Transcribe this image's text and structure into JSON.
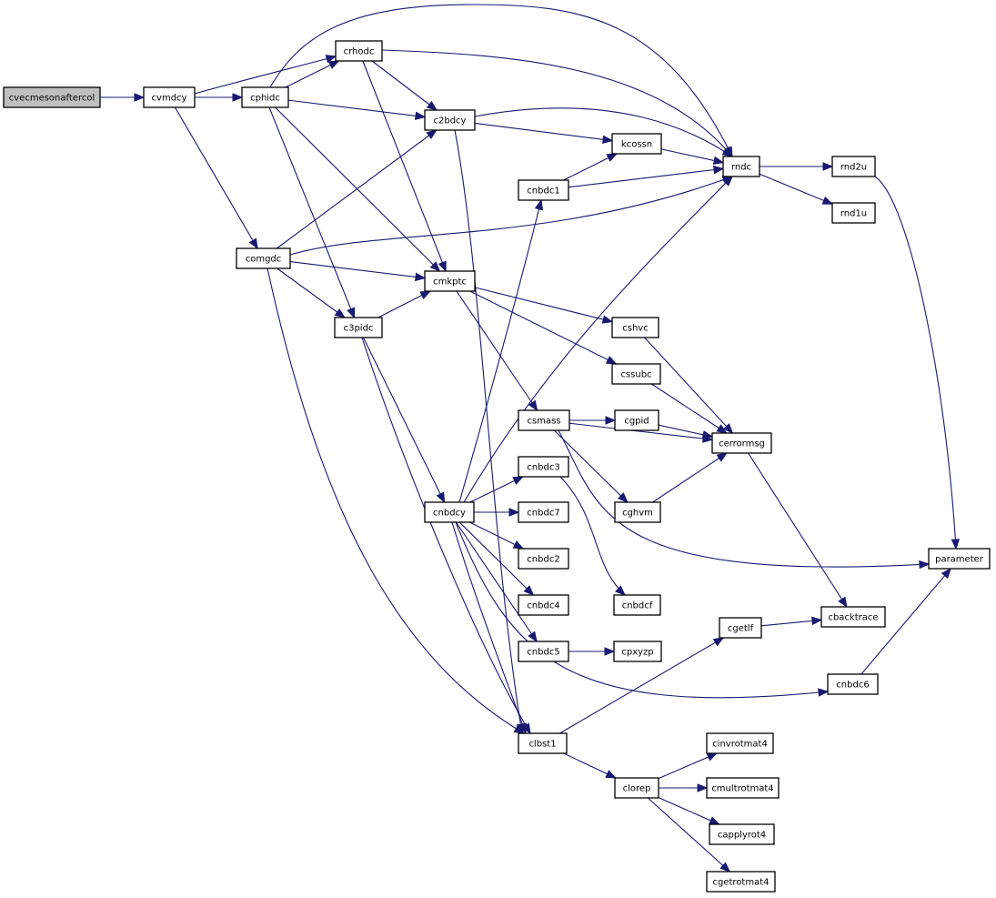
{
  "graph": {
    "root": "cvecmesonaftercol",
    "nodes": [
      {
        "id": "cvecmesonaftercol",
        "label": "cvecmesonaftercol",
        "highlight": true
      },
      {
        "id": "cvmdcy",
        "label": "cvmdcy"
      },
      {
        "id": "cphidc",
        "label": "cphidc"
      },
      {
        "id": "crhodc",
        "label": "crhodc"
      },
      {
        "id": "c2bdcy",
        "label": "c2bdcy"
      },
      {
        "id": "kcossn",
        "label": "kcossn"
      },
      {
        "id": "rndc",
        "label": "rndc"
      },
      {
        "id": "rnd2u",
        "label": "rnd2u"
      },
      {
        "id": "rnd1u",
        "label": "rnd1u"
      },
      {
        "id": "cnbdc1",
        "label": "cnbdc1"
      },
      {
        "id": "comgdc",
        "label": "comgdc"
      },
      {
        "id": "cmkptc",
        "label": "cmkptc"
      },
      {
        "id": "c3pidc",
        "label": "c3pidc"
      },
      {
        "id": "cshvc",
        "label": "cshvc"
      },
      {
        "id": "cssubc",
        "label": "cssubc"
      },
      {
        "id": "csmass",
        "label": "csmass"
      },
      {
        "id": "cgpid",
        "label": "cgpid"
      },
      {
        "id": "cerrormsg",
        "label": "cerrormsg"
      },
      {
        "id": "cnbdc3",
        "label": "cnbdc3"
      },
      {
        "id": "cnbdcy",
        "label": "cnbdcy"
      },
      {
        "id": "cnbdc7",
        "label": "cnbdc7"
      },
      {
        "id": "cghvm",
        "label": "cghvm"
      },
      {
        "id": "parameter",
        "label": "parameter"
      },
      {
        "id": "cnbdc2",
        "label": "cnbdc2"
      },
      {
        "id": "cnbdc4",
        "label": "cnbdc4"
      },
      {
        "id": "cnbdcf",
        "label": "cnbdcf"
      },
      {
        "id": "cbacktrace",
        "label": "cbacktrace"
      },
      {
        "id": "cgetlf",
        "label": "cgetlf"
      },
      {
        "id": "cnbdc5",
        "label": "cnbdc5"
      },
      {
        "id": "cpxyzp",
        "label": "cpxyzp"
      },
      {
        "id": "cnbdc6",
        "label": "cnbdc6"
      },
      {
        "id": "clbst1",
        "label": "clbst1"
      },
      {
        "id": "cinvrotmat4",
        "label": "cinvrotmat4"
      },
      {
        "id": "clorep",
        "label": "clorep"
      },
      {
        "id": "cmultrotmat4",
        "label": "cmultrotmat4"
      },
      {
        "id": "capplyrot4",
        "label": "capplyrot4"
      },
      {
        "id": "cgetrotmat4",
        "label": "cgetrotmat4"
      }
    ],
    "edges": [
      [
        "cvecmesonaftercol",
        "cvmdcy"
      ],
      [
        "cvmdcy",
        "cphidc"
      ],
      [
        "cvmdcy",
        "crhodc"
      ],
      [
        "cvmdcy",
        "comgdc"
      ],
      [
        "cphidc",
        "crhodc"
      ],
      [
        "cphidc",
        "c2bdcy"
      ],
      [
        "cphidc",
        "rndc"
      ],
      [
        "cphidc",
        "cmkptc"
      ],
      [
        "cphidc",
        "c3pidc"
      ],
      [
        "crhodc",
        "c2bdcy"
      ],
      [
        "crhodc",
        "rndc"
      ],
      [
        "crhodc",
        "cmkptc"
      ],
      [
        "c2bdcy",
        "rndc"
      ],
      [
        "c2bdcy",
        "kcossn"
      ],
      [
        "c2bdcy",
        "clbst1"
      ],
      [
        "kcossn",
        "rndc"
      ],
      [
        "cnbdc1",
        "kcossn"
      ],
      [
        "cnbdc1",
        "rndc"
      ],
      [
        "rndc",
        "rnd2u"
      ],
      [
        "rndc",
        "rnd1u"
      ],
      [
        "rnd2u",
        "parameter"
      ],
      [
        "comgdc",
        "c2bdcy"
      ],
      [
        "comgdc",
        "rndc"
      ],
      [
        "comgdc",
        "cmkptc"
      ],
      [
        "comgdc",
        "c3pidc"
      ],
      [
        "comgdc",
        "clbst1"
      ],
      [
        "c3pidc",
        "cmkptc"
      ],
      [
        "c3pidc",
        "cnbdcy"
      ],
      [
        "c3pidc",
        "clbst1"
      ],
      [
        "cmkptc",
        "cshvc"
      ],
      [
        "cmkptc",
        "cssubc"
      ],
      [
        "cmkptc",
        "csmass"
      ],
      [
        "cshvc",
        "cerrormsg"
      ],
      [
        "cssubc",
        "cerrormsg"
      ],
      [
        "csmass",
        "cgpid"
      ],
      [
        "csmass",
        "cerrormsg"
      ],
      [
        "csmass",
        "cghvm"
      ],
      [
        "csmass",
        "parameter"
      ],
      [
        "cgpid",
        "cerrormsg"
      ],
      [
        "cghvm",
        "cerrormsg"
      ],
      [
        "cerrormsg",
        "cbacktrace"
      ],
      [
        "cnbdcy",
        "cnbdc1"
      ],
      [
        "cnbdcy",
        "rndc"
      ],
      [
        "cnbdcy",
        "cnbdc3"
      ],
      [
        "cnbdcy",
        "cnbdc7"
      ],
      [
        "cnbdcy",
        "cnbdc2"
      ],
      [
        "cnbdcy",
        "cnbdc4"
      ],
      [
        "cnbdcy",
        "cnbdc5"
      ],
      [
        "cnbdcy",
        "cnbdc6"
      ],
      [
        "cnbdcy",
        "clbst1"
      ],
      [
        "cnbdc3",
        "cnbdcf"
      ],
      [
        "cnbdc5",
        "cpxyzp"
      ],
      [
        "cnbdc6",
        "parameter"
      ],
      [
        "cgetlf",
        "cbacktrace"
      ],
      [
        "clbst1",
        "cgetlf"
      ],
      [
        "clbst1",
        "clorep"
      ],
      [
        "clorep",
        "cinvrotmat4"
      ],
      [
        "clorep",
        "cmultrotmat4"
      ],
      [
        "clorep",
        "capplyrot4"
      ],
      [
        "clorep",
        "cgetrotmat4"
      ]
    ]
  }
}
